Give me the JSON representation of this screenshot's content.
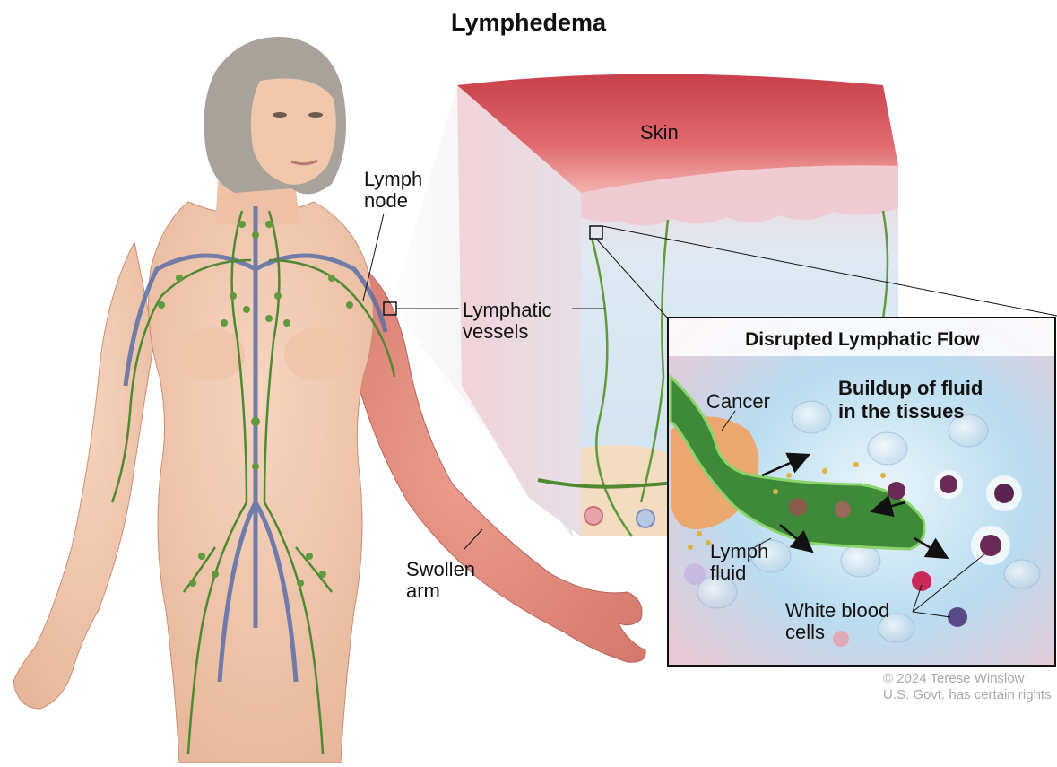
{
  "title": "Lymphedema",
  "labels": {
    "skin": "Skin",
    "lymph_node_line1": "Lymph",
    "lymph_node_line2": "node",
    "lymphatic_vessels_line1": "Lymphatic",
    "lymphatic_vessels_line2": "vessels",
    "swollen_arm_line1": "Swollen",
    "swollen_arm_line2": "arm",
    "cancer": "Cancer",
    "lymph_fluid_line1": "Lymph",
    "lymph_fluid_line2": "fluid",
    "white_blood_cells_line1": "White blood",
    "white_blood_cells_line2": "cells"
  },
  "inset": {
    "title": "Disrupted Lymphatic Flow",
    "buildup_line1": "Buildup of fluid",
    "buildup_line2": "in the tissues"
  },
  "credit": {
    "line1": "© 2024 Terese Winslow",
    "line2": "U.S. Govt. has certain rights"
  },
  "colors": {
    "skin_tone": "#f1c7ab",
    "swollen_arm": "#e58f82",
    "hair": "#a9a29a",
    "lymph_green": "#4f8a32",
    "vein_blue": "#5a6fa8",
    "skin_top": "#d9525a",
    "tissue_blue": "#a9cde6",
    "cancer_orange": "#f0a262",
    "wbc_purple": "#6a2a55"
  }
}
